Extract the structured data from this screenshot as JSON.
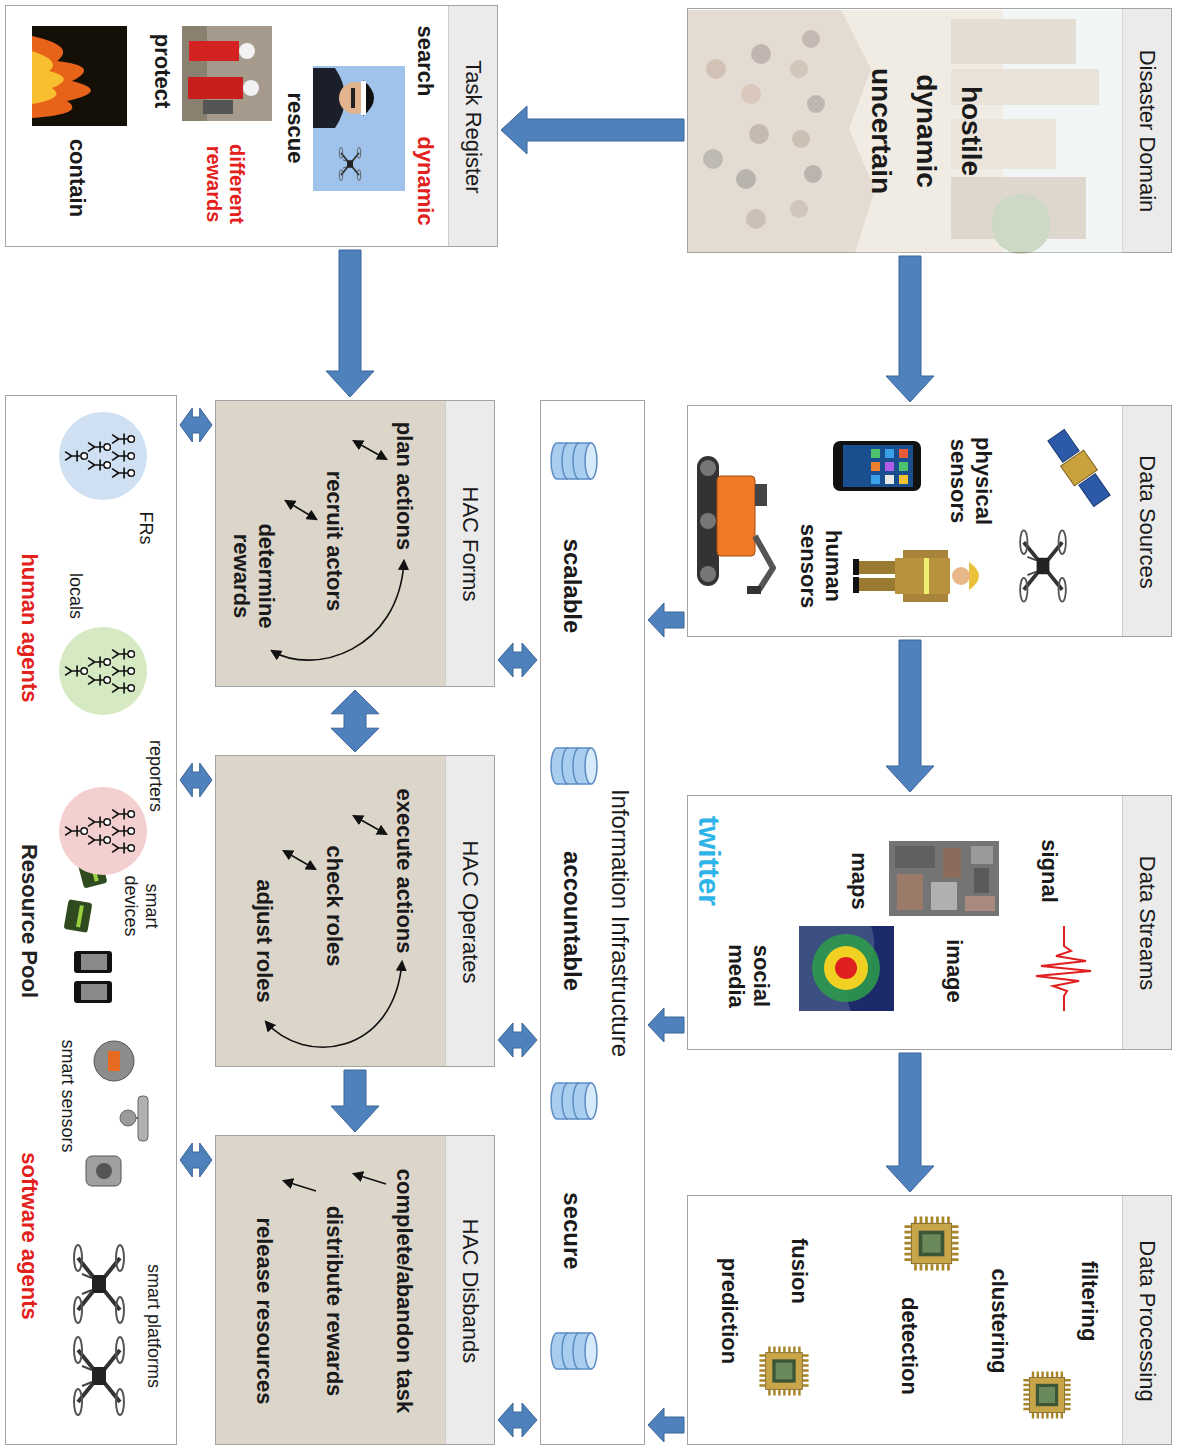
{
  "diagram": {
    "nodes": [
      {
        "text": [
          "Disaster Domain",
          "hostile",
          "dynamic",
          "uncertain"
        ]
      },
      {
        "text": [
          "Data Sources",
          "physical sensors",
          "human sensors"
        ]
      },
      {
        "text": [
          "Data Streams",
          "signal",
          "image",
          "maps",
          "social media",
          "twitter"
        ]
      },
      {
        "text": [
          "Data Processing",
          "filtering",
          "clustering",
          "detection",
          "fusion",
          "prediction"
        ]
      },
      {
        "text": [
          "Information Infrastructure",
          "scalable",
          "accountable",
          "secure"
        ]
      },
      {
        "text": [
          "Task Register",
          "search",
          "dynamic",
          "rescue",
          "protect",
          "different rewards",
          "contain"
        ]
      },
      {
        "text": [
          "HAC Forms",
          "plan actions",
          "recruit actors",
          "determine rewards"
        ]
      },
      {
        "text": [
          "HAC Operates",
          "execute actions",
          "check roles",
          "adjust roles"
        ]
      },
      {
        "text": [
          "HAC Disbands",
          "complete/abandon task",
          "distribute rewards",
          "release resources"
        ]
      },
      {
        "text": [
          "Resource Pool",
          "smart devices",
          "smart sensors",
          "smart platforms",
          "human agents",
          "software agents"
        ]
      },
      {
        "text": [
          "FRs"
        ],
        "in": 9
      },
      {
        "text": [
          "locals"
        ],
        "in": 9
      },
      {
        "text": [
          "reporters"
        ],
        "in": 9
      }
    ],
    "edges": [
      {
        "from": 0,
        "to": 5,
        "arrow": "to"
      },
      {
        "from": 0,
        "to": 1,
        "arrow": "to"
      },
      {
        "from": 1,
        "to": 2,
        "arrow": "to"
      },
      {
        "from": 2,
        "to": 3,
        "arrow": "to"
      },
      {
        "from": 1,
        "to": 4,
        "arrow": "to"
      },
      {
        "from": 2,
        "to": 4,
        "arrow": "to"
      },
      {
        "from": 3,
        "to": 4,
        "arrow": "to"
      },
      {
        "from": 5,
        "to": 6,
        "arrow": "to"
      },
      {
        "from": 6,
        "to": 4,
        "arrow": "both"
      },
      {
        "from": 7,
        "to": 4,
        "arrow": "both"
      },
      {
        "from": 8,
        "to": 4,
        "arrow": "both"
      },
      {
        "from": 6,
        "to": 7,
        "arrow": "both"
      },
      {
        "from": 7,
        "to": 8,
        "arrow": "to"
      },
      {
        "from": 6,
        "to": 9,
        "arrow": "both"
      },
      {
        "from": 7,
        "to": 9,
        "arrow": "both"
      },
      {
        "from": 8,
        "to": 9,
        "arrow": "both"
      }
    ]
  }
}
